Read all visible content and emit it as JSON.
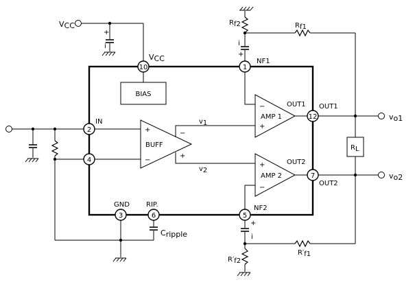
{
  "supply": {
    "v": "V",
    "cc": "CC"
  },
  "pins": {
    "p1": "1",
    "p2": "2",
    "p3": "3",
    "p4": "4",
    "p5": "5",
    "p6": "6",
    "p7": "7",
    "p10": "10",
    "p12": "12"
  },
  "labels": {
    "in": "IN",
    "gnd": "GND",
    "rip": "RIP.",
    "nf1": "NF1",
    "nf2": "NF2",
    "out1_pin": "OUT1",
    "out2_pin": "OUT2",
    "out1_amp": "OUT1",
    "out2_amp": "OUT2",
    "bias": "BIAS",
    "buff": "BUFF",
    "amp1": "AMP  1",
    "amp2": "AMP  2",
    "v1": "v",
    "v1_sub": "1",
    "v2": "v",
    "v2_sub": "2",
    "plus": "+",
    "minus": "−",
    "cap_i": "i",
    "cripple": "C",
    "cripple_sub": "ripple",
    "rf2": "R",
    "rf2_sub": "f2",
    "rf1": "R",
    "rf1_sub": "f1",
    "rpf2": "R′",
    "rpf2_sub": "f2",
    "rpf1": "R′",
    "rpf1_sub": "f1",
    "rl": "R",
    "rl_sub": "L",
    "vo1": "v",
    "vo1_sub": "o1",
    "vo2": "v",
    "vo2_sub": "o2"
  }
}
